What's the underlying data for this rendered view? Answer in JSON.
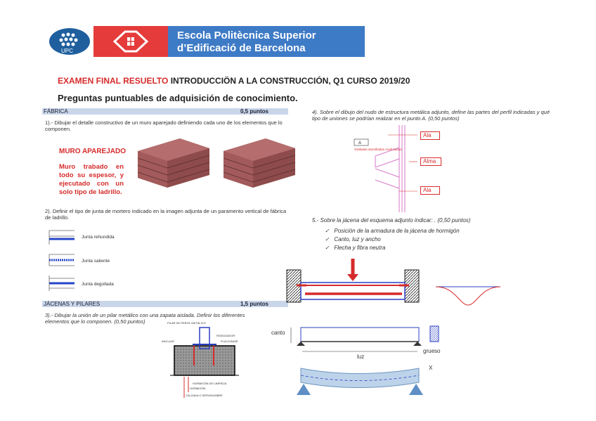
{
  "header": {
    "school_line1": "Escola Politècnica Superior",
    "school_line2": "d’Edificació de Barcelona",
    "upc_text": "UPC"
  },
  "title": {
    "red_part": "EXAMEN FINAL RESUELTO",
    "rest": " INTRODUCCIÖN A LA CONSTRUCCIÓN, Q1 CURSO 2019/20"
  },
  "subtitle": "Preguntas puntuables de adquisición de conocimiento.",
  "sections": {
    "fabrica": {
      "label": "FÁBRICA",
      "points": "0,5 puntos"
    },
    "jacenas": {
      "label": "JÁCENAS Y PILARES",
      "points": "1,5 puntos"
    }
  },
  "q1": {
    "text": "1).- Dibujar el detalle constructivo de un muro aparejado definiendo cada uno de los elementos que lo componen.",
    "answer_title": "MURO APAREJADO",
    "answer_body": "Muro trabado en todo su espesor, y ejecutado con un solo tipo de ladrillo."
  },
  "q2": {
    "text": "2).  Definir el tipo de junta de mortero indicado en la imagen adjunta de un paramento vertical de fábrica de ladrillo.",
    "joints": [
      "Junta rehundida",
      "Junta saliente",
      "Junta degollada"
    ]
  },
  "q3": {
    "text": "3).- Dibujar la unión de un pilar metálico con una zapata aislada. Definir los diferentes elementos que lo componen.  (0,50 puntos)",
    "labels": [
      "PILAR DE PERFIL METÁLICO",
      "ANCLAJE",
      "RIGIDIZADOR",
      "PLACA BASE",
      "HORMIGÓN DE LIMPIEZA",
      "HORMIGÓN",
      "CALZADA O SERVIDUMBRE"
    ]
  },
  "q4": {
    "text": "4). Sobre el dibujo del nudo de estructura metálica adjunto, define las partes del perfil indicadas y qué tipo de uniones se podrían realizar en el punto A. (0,50 puntos)",
    "labels": [
      "Ala",
      "Alma",
      "Ala",
      "A",
      "Soldadas atornilladas Acabaladas"
    ]
  },
  "q5": {
    "text": "5.- Sobre la jácena del esquema adjunto indicar: . (0,50 puntos)",
    "bullets": [
      "Posición de la armadura de la jácena de hormigón",
      "Canto, luz y ancho",
      "Flecha y fibra neutra"
    ],
    "labels": {
      "canto": "canto",
      "luz": "luz",
      "grueso": "grueso",
      "x": "X"
    }
  },
  "colors": {
    "red": "#d62b2b",
    "blue_bar": "#c9d6ea",
    "brick": "#8e4b4b"
  }
}
